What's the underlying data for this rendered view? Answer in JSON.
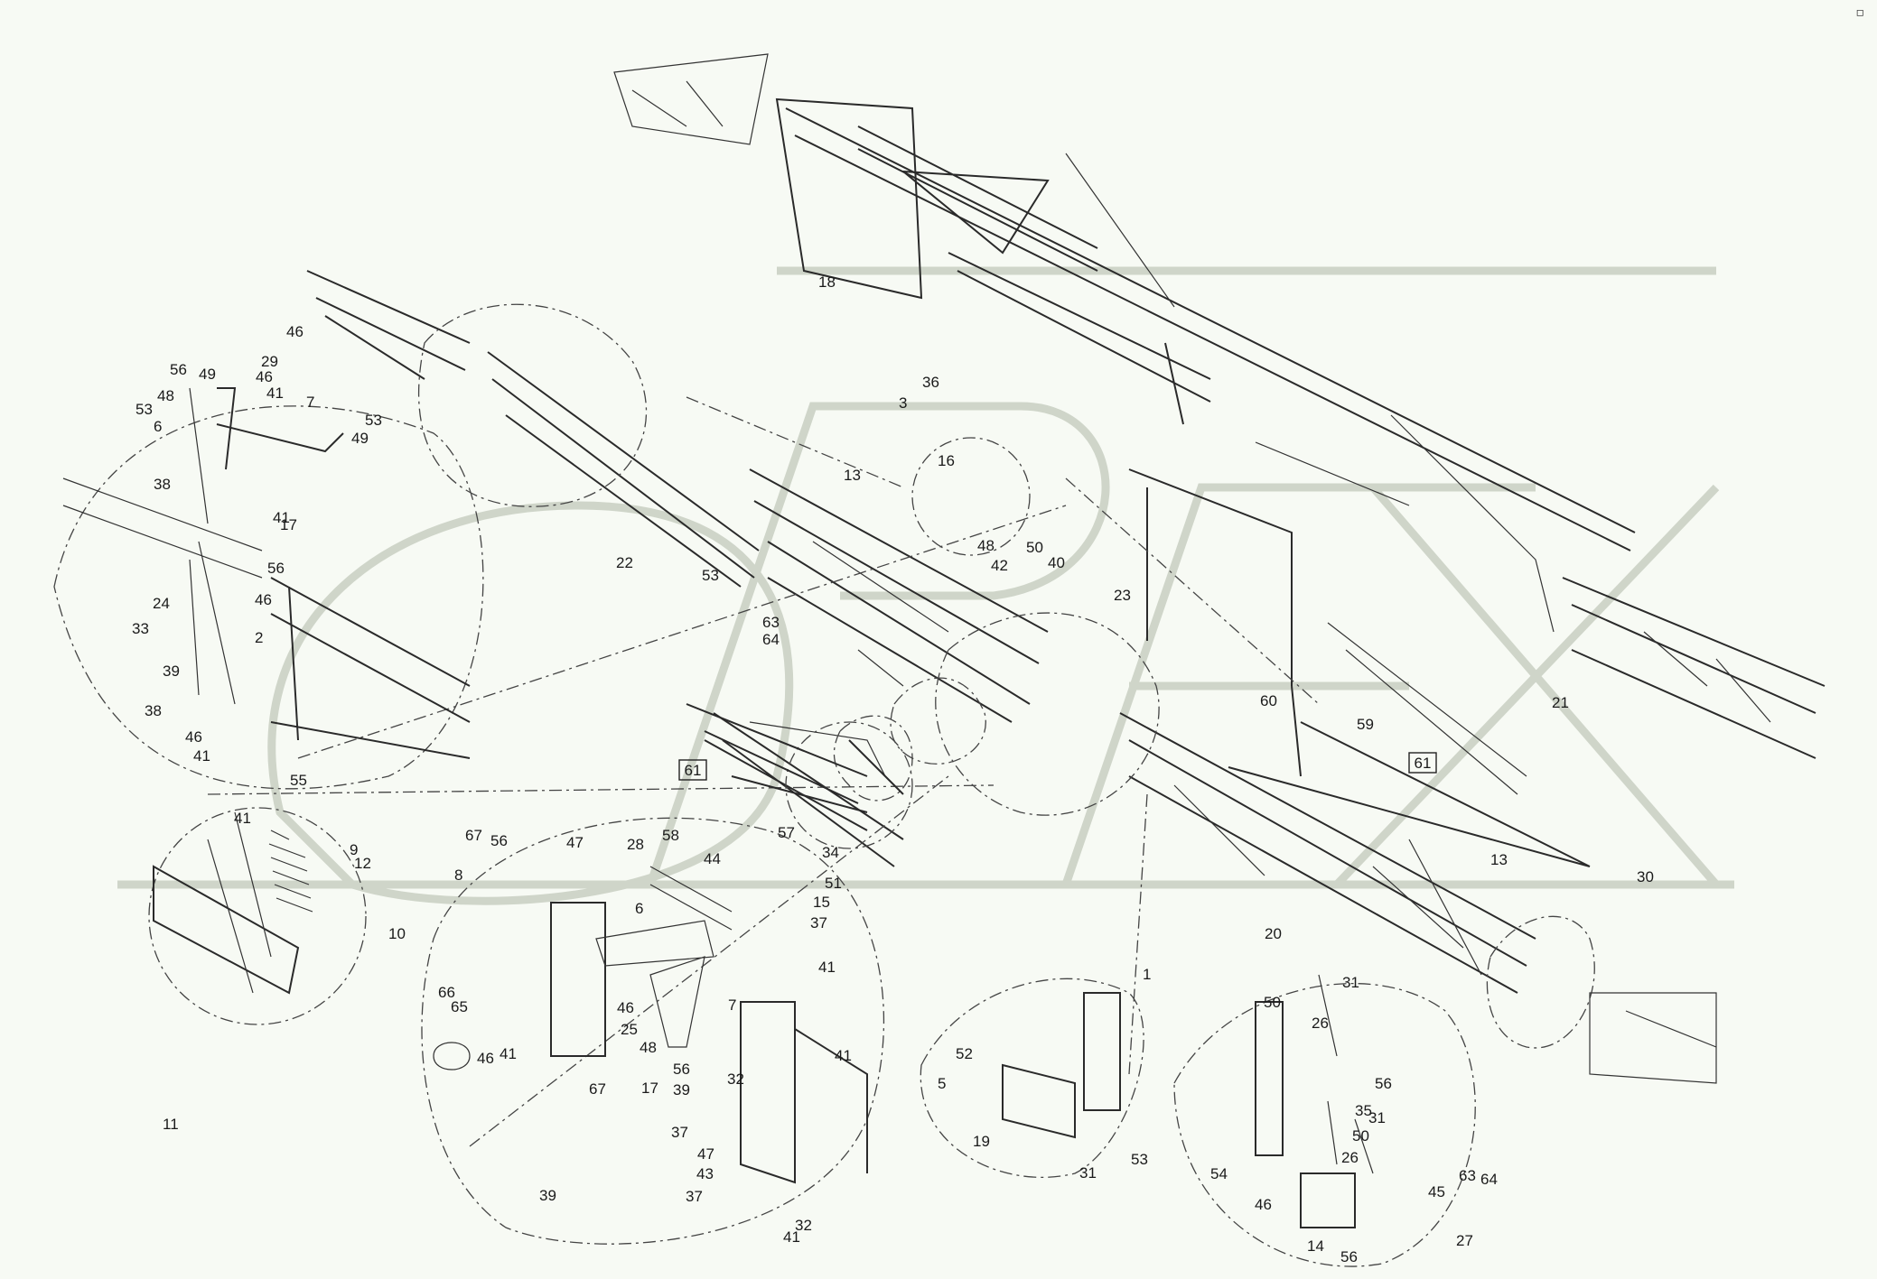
{
  "diagram": {
    "watermark": "OPEX",
    "page_number": "11",
    "corner_icon": "page-icon",
    "boxed_labels": [
      "61",
      "61"
    ],
    "part_labels": [
      "1",
      "2",
      "3",
      "5",
      "6",
      "7",
      "8",
      "9",
      "10",
      "12",
      "13",
      "14",
      "15",
      "16",
      "17",
      "18",
      "19",
      "20",
      "21",
      "22",
      "23",
      "24",
      "25",
      "26",
      "27",
      "28",
      "29",
      "30",
      "31",
      "32",
      "33",
      "34",
      "35",
      "36",
      "37",
      "38",
      "39",
      "40",
      "41",
      "42",
      "43",
      "44",
      "45",
      "46",
      "47",
      "48",
      "49",
      "50",
      "51",
      "52",
      "53",
      "54",
      "55",
      "56",
      "57",
      "58",
      "59",
      "60",
      "63",
      "64",
      "65",
      "66",
      "67"
    ]
  },
  "labels": [
    {
      "t": "1"
    },
    {
      "t": "2"
    },
    {
      "t": "3"
    },
    {
      "t": "5"
    },
    {
      "t": "6"
    },
    {
      "t": "6"
    },
    {
      "t": "7"
    },
    {
      "t": "7"
    },
    {
      "t": "8"
    },
    {
      "t": "9"
    },
    {
      "t": "10"
    },
    {
      "t": "12"
    },
    {
      "t": "13"
    },
    {
      "t": "13"
    },
    {
      "t": "14"
    },
    {
      "t": "15"
    },
    {
      "t": "16"
    },
    {
      "t": "17"
    },
    {
      "t": "17"
    },
    {
      "t": "18"
    },
    {
      "t": "19"
    },
    {
      "t": "20"
    },
    {
      "t": "21"
    },
    {
      "t": "22"
    },
    {
      "t": "23"
    },
    {
      "t": "24"
    },
    {
      "t": "25"
    },
    {
      "t": "26"
    },
    {
      "t": "26"
    },
    {
      "t": "27"
    },
    {
      "t": "28"
    },
    {
      "t": "29"
    },
    {
      "t": "30"
    },
    {
      "t": "31"
    },
    {
      "t": "31"
    },
    {
      "t": "31"
    },
    {
      "t": "32"
    },
    {
      "t": "32"
    },
    {
      "t": "33"
    },
    {
      "t": "34"
    },
    {
      "t": "35"
    },
    {
      "t": "36"
    },
    {
      "t": "37"
    },
    {
      "t": "37"
    },
    {
      "t": "37"
    },
    {
      "t": "38"
    },
    {
      "t": "38"
    },
    {
      "t": "39"
    },
    {
      "t": "39"
    },
    {
      "t": "39"
    },
    {
      "t": "40"
    },
    {
      "t": "41"
    },
    {
      "t": "41"
    },
    {
      "t": "41"
    },
    {
      "t": "41"
    },
    {
      "t": "41"
    },
    {
      "t": "41"
    },
    {
      "t": "41"
    },
    {
      "t": "41"
    },
    {
      "t": "42"
    },
    {
      "t": "43"
    },
    {
      "t": "44"
    },
    {
      "t": "45"
    },
    {
      "t": "46"
    },
    {
      "t": "46"
    },
    {
      "t": "46"
    },
    {
      "t": "46"
    },
    {
      "t": "46"
    },
    {
      "t": "46"
    },
    {
      "t": "46"
    },
    {
      "t": "47"
    },
    {
      "t": "47"
    },
    {
      "t": "48"
    },
    {
      "t": "48"
    },
    {
      "t": "48"
    },
    {
      "t": "49"
    },
    {
      "t": "49"
    },
    {
      "t": "50"
    },
    {
      "t": "50"
    },
    {
      "t": "50"
    },
    {
      "t": "51"
    },
    {
      "t": "52"
    },
    {
      "t": "53"
    },
    {
      "t": "53"
    },
    {
      "t": "53"
    },
    {
      "t": "53"
    },
    {
      "t": "54"
    },
    {
      "t": "55"
    },
    {
      "t": "56"
    },
    {
      "t": "56"
    },
    {
      "t": "56"
    },
    {
      "t": "56"
    },
    {
      "t": "56"
    },
    {
      "t": "56"
    },
    {
      "t": "57"
    },
    {
      "t": "58"
    },
    {
      "t": "59"
    },
    {
      "t": "60"
    },
    {
      "t": "63"
    },
    {
      "t": "63"
    },
    {
      "t": "64"
    },
    {
      "t": "64"
    },
    {
      "t": "65"
    },
    {
      "t": "66"
    },
    {
      "t": "67"
    },
    {
      "t": "67"
    },
    {
      "t": "11"
    }
  ]
}
